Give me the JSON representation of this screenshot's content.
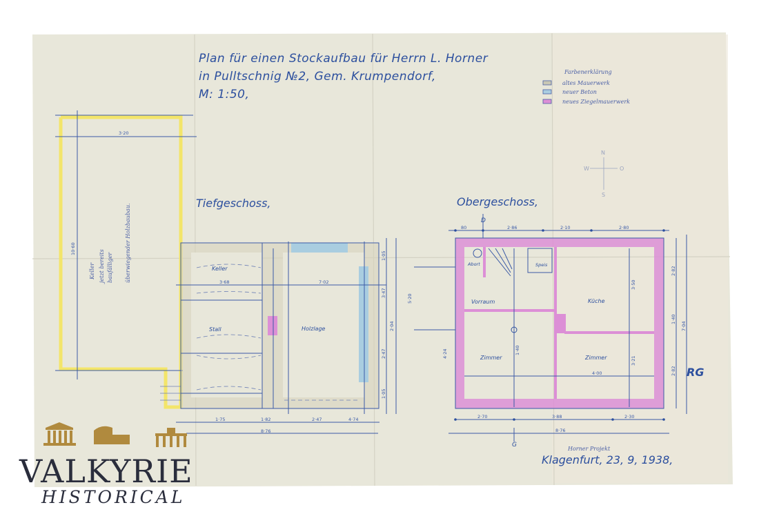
{
  "document": {
    "title_lines": [
      "Plan für einen Stockaufbau für Herrn L. Horner",
      "in Pulltschnig №2, Gem. Krumpendorf,",
      "M: 1:50,"
    ],
    "legend": {
      "heading": "Farbenerklärung",
      "items": [
        {
          "label": "altes Mauerwerk",
          "color": "#c9c7b4"
        },
        {
          "label": "neuer Beton",
          "color": "#a9cde0"
        },
        {
          "label": "neues Ziegelmauerwerk",
          "color": "#dc8fd6"
        }
      ]
    },
    "compass": {
      "n": "N",
      "w": "W",
      "o": "O",
      "s": "S"
    },
    "side_plot": {
      "dims": [
        "3·20",
        "10·60"
      ],
      "note_lines": [
        "Keller",
        "jetzt bereits",
        "baufälliger",
        "überwiegender Holzbaubau."
      ]
    },
    "basement": {
      "heading": "Tiefgeschoss,",
      "rooms": [
        "Keller",
        "Stall",
        "Holzlage"
      ],
      "dims": [
        "3·68",
        "7·02",
        "2·04",
        "1·75",
        "1·82",
        "2·47",
        "4·74",
        "8·76",
        "3·47",
        "2·47",
        "1·05",
        "1·05"
      ]
    },
    "upper": {
      "heading": "Obergeschoss,",
      "rooms": [
        "Abort",
        "Speis",
        "Vorraum",
        "Küche",
        "Zimmer",
        "Zimmer"
      ],
      "dims": [
        "80",
        "2·86",
        "2·10",
        "2·80",
        "2·70",
        "3·88",
        "2·30",
        "8·76",
        "5·20",
        "2·82",
        "1·40",
        "2·82",
        "7·04",
        "4·00",
        "4·24",
        "3·50",
        "3·21",
        "1·40"
      ],
      "section_marks": [
        "D",
        "G"
      ]
    },
    "footer": {
      "signature": "Horner Projekt",
      "place_date": "Klagenfurt, 23, 9, 1938,",
      "monogram": "RG"
    },
    "colors": {
      "paper": "#e8e7da",
      "ink": "#2c4f9e",
      "yellow": "#f3e56a",
      "pink": "#dc8fd6",
      "blue": "#a9cde0",
      "gray": "#cdc8b2"
    }
  },
  "watermark": {
    "name": "VALKYRIE",
    "subtitle": "HISTORICAL",
    "gold": "#b08a3e"
  }
}
